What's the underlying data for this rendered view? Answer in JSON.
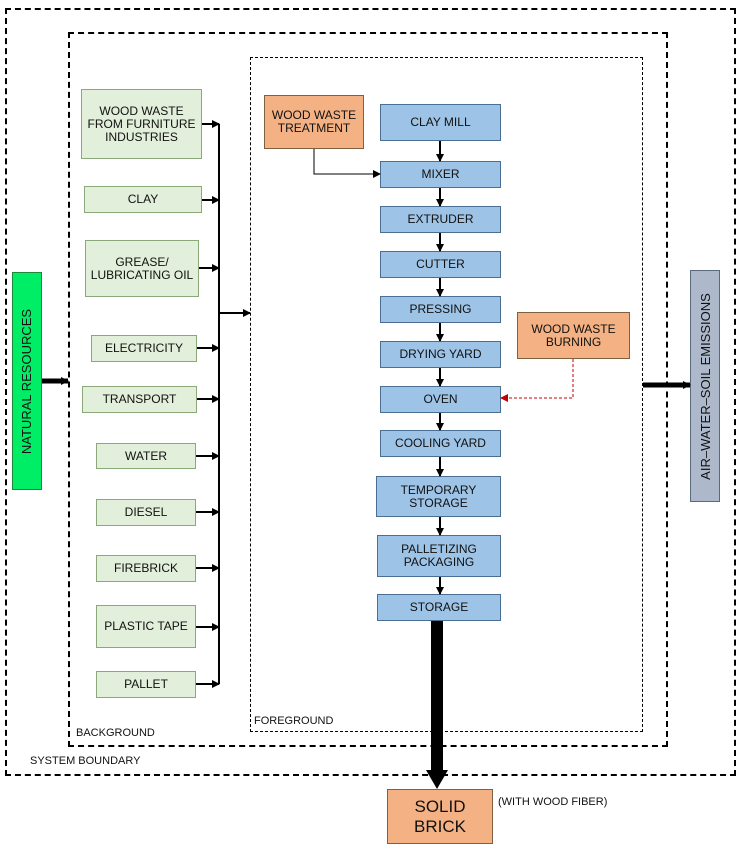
{
  "boundaries": {
    "system": "SYSTEM BOUNDARY",
    "background": "BACKGROUND",
    "foreground": "FOREGROUND"
  },
  "natural_resources": "NATURAL RESOURCES",
  "emissions": "AIR–WATER–SOIL EMISSIONS",
  "inputs": [
    "WOOD WASTE FROM FURNITURE INDUSTRIES",
    "CLAY",
    "GREASE/ LUBRICATING OIL",
    "ELECTRICITY",
    "TRANSPORT",
    "WATER",
    "DIESEL",
    "FIREBRICK",
    "PLASTIC TAPE",
    "PALLET"
  ],
  "process_steps": [
    "CLAY MILL",
    "MIXER",
    "EXTRUDER",
    "CUTTER",
    "PRESSING",
    "DRYING YARD",
    "OVEN",
    "COOLING YARD",
    "TEMPORARY STORAGE",
    "PALLETIZING PACKAGING",
    "STORAGE"
  ],
  "side_processes": {
    "treatment": "WOOD WASTE TREATMENT",
    "burning": "WOOD WASTE BURNING"
  },
  "output": {
    "product": "SOLID BRICK",
    "note": "(WITH WOOD FIBER)"
  },
  "colors": {
    "input_fill": "#e2efda",
    "process_fill": "#9dc3e6",
    "side_fill": "#f4b183",
    "natural_resources_fill": "#00ee66",
    "emissions_fill": "#adb9ca",
    "burning_arrow": "#c00000"
  }
}
